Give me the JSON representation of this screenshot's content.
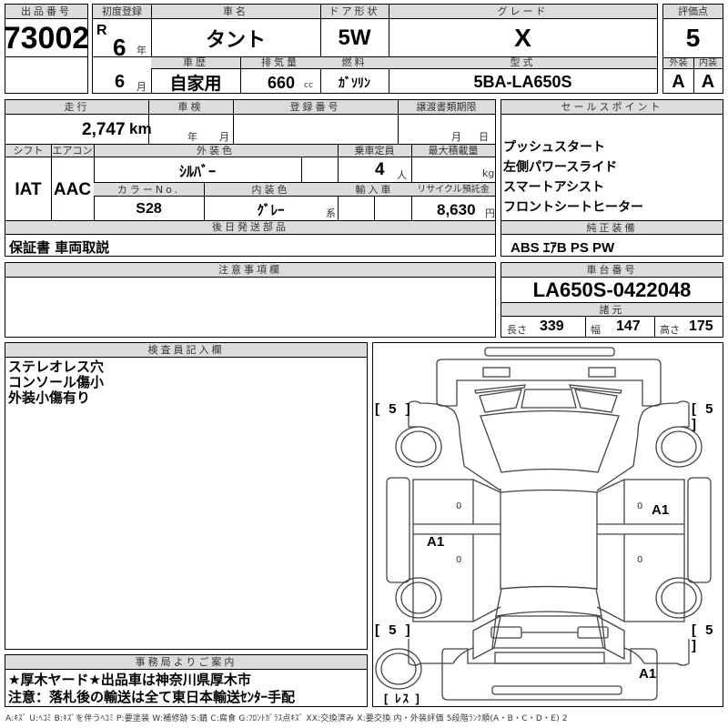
{
  "lot": {
    "label": "出品番号",
    "value": "73002"
  },
  "first_registration": {
    "label": "初度登録",
    "era": "R",
    "year": "6",
    "year_unit": "年",
    "month": "6",
    "month_unit": "月"
  },
  "car_name": {
    "label": "車名",
    "value": "タント"
  },
  "history": {
    "label": "車歴",
    "value": "自家用"
  },
  "displacement": {
    "label": "排気量",
    "value": "660",
    "unit": "cc"
  },
  "doors": {
    "label": "ドア形状",
    "value": "5W"
  },
  "fuel": {
    "label": "燃料",
    "value": "ｶﾞｿﾘﾝ"
  },
  "grade": {
    "label": "グレード",
    "value": "X"
  },
  "model_code": {
    "label": "型式",
    "value": "5BA-LA650S"
  },
  "score": {
    "label": "評価点",
    "value": "5",
    "exterior_label": "外装",
    "exterior": "A",
    "interior_label": "内装",
    "interior": "A"
  },
  "mileage": {
    "label": "走行",
    "value": "2,747",
    "unit": "km"
  },
  "inspection": {
    "label": "車検",
    "year_unit": "年",
    "month_unit": "月"
  },
  "registration_no": {
    "label": "登録番号",
    "value": ""
  },
  "transfer_deadline": {
    "label": "譲渡書類期限",
    "month_unit": "月",
    "day_unit": "日"
  },
  "shift": {
    "label": "シフト",
    "value": "IAT"
  },
  "aircon": {
    "label": "エアコン",
    "value": "AAC"
  },
  "exterior_color": {
    "label": "外装色",
    "value": "ｼﾙﾊﾞｰ"
  },
  "capacity": {
    "label": "乗車定員",
    "value": "4",
    "unit": "人"
  },
  "max_load": {
    "label": "最大積載量",
    "value": "",
    "unit": "kg"
  },
  "color_no": {
    "label": "カラーNo.",
    "value": "S28"
  },
  "interior_color": {
    "label": "内装色",
    "value": "ｸﾞﾚｰ",
    "suffix": "系"
  },
  "import": {
    "label": "輸入車"
  },
  "recycle": {
    "label": "リサイクル預託金",
    "value": "8,630",
    "unit": "円"
  },
  "later_parts": {
    "label": "後日発送部品",
    "value": "保証書 車両取説"
  },
  "sales_points": {
    "label": "セールスポイント",
    "items": [
      "プッシュスタート",
      "左側パワースライド",
      "スマートアシスト",
      "フロントシートヒーター"
    ]
  },
  "genuine_equipment": {
    "label": "純正装備",
    "value": "ABS ｴｱB PS PW"
  },
  "notes": {
    "label": "注意事項欄",
    "value": ""
  },
  "chassis": {
    "label": "車台番号",
    "value": "LA650S-0422048"
  },
  "specs": {
    "label": "諸元",
    "length_label": "長さ",
    "length": "339",
    "width_label": "幅",
    "width": "147",
    "height_label": "高さ",
    "height": "175"
  },
  "inspector": {
    "label": "検査員記入欄",
    "lines": [
      "ステレオレス穴",
      "コンソール傷小",
      "外装小傷有り"
    ]
  },
  "office": {
    "label": "事務局よりご案内",
    "lines": [
      "★厚木ヤード★出品車は神奈川県厚木市",
      "注意：落札後の輸送は全て東日本輸送ｾﾝﾀｰ手配"
    ]
  },
  "diagram": {
    "tire_fl": "[ 5 ]",
    "tire_fr": "[ 5 ]",
    "tire_rl": "[ 5 ]",
    "tire_rr": "[ 5 ]",
    "spare": "[ ﾚｽ ]",
    "marks": [
      {
        "text": "A1",
        "pos": "left-rear-door"
      },
      {
        "text": "A1",
        "pos": "right-front-door"
      },
      {
        "text": "A1",
        "pos": "rear-bumper"
      }
    ],
    "zero_marks": [
      "0",
      "0",
      "0",
      "0"
    ]
  },
  "legend": "A:ｷｽﾞ  U:ﾍｺﾐ  B:ｷｽﾞを伴うﾍｺﾐ  P:要塗装  W:補修跡  S:錆  C:腐食  G:ﾌﾛﾝﾄｶﾞﾗｽ点ｷｽﾞ  XX:交換済み  X:要交換   内・外装評価  5段階ﾗﾝｸ順(A・B・C・D・E) 2"
}
